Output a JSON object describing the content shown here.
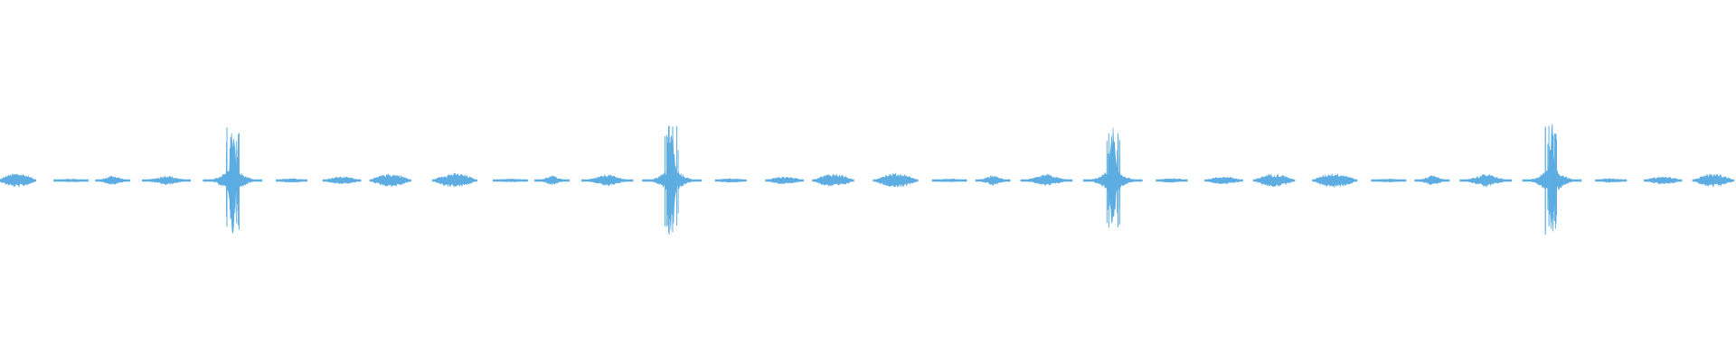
{
  "waveform": {
    "color": "#5dade2",
    "background": "#ffffff",
    "amplitude_scale": 1.0,
    "events": [
      {
        "t": 0.01,
        "dur": 0.022,
        "amp": 0.13,
        "shape": "blob"
      },
      {
        "t": 0.041,
        "dur": 0.02,
        "amp": 0.03,
        "shape": "blob"
      },
      {
        "t": 0.065,
        "dur": 0.02,
        "amp": 0.1,
        "shape": "burst"
      },
      {
        "t": 0.096,
        "dur": 0.028,
        "amp": 0.1,
        "shape": "burst"
      },
      {
        "t": 0.134,
        "dur": 0.034,
        "amp": 1.0,
        "shape": "spike"
      },
      {
        "t": 0.168,
        "dur": 0.018,
        "amp": 0.04,
        "shape": "blob"
      },
      {
        "t": 0.197,
        "dur": 0.022,
        "amp": 0.07,
        "shape": "blob"
      },
      {
        "t": 0.225,
        "dur": 0.024,
        "amp": 0.12,
        "shape": "blob"
      },
      {
        "t": 0.262,
        "dur": 0.026,
        "amp": 0.13,
        "shape": "blob"
      },
      {
        "t": 0.294,
        "dur": 0.02,
        "amp": 0.03,
        "shape": "blob"
      },
      {
        "t": 0.318,
        "dur": 0.02,
        "amp": 0.09,
        "shape": "burst"
      },
      {
        "t": 0.35,
        "dur": 0.03,
        "amp": 0.12,
        "shape": "burst"
      },
      {
        "t": 0.387,
        "dur": 0.034,
        "amp": 1.0,
        "shape": "spike"
      },
      {
        "t": 0.421,
        "dur": 0.018,
        "amp": 0.04,
        "shape": "blob"
      },
      {
        "t": 0.452,
        "dur": 0.022,
        "amp": 0.07,
        "shape": "blob"
      },
      {
        "t": 0.48,
        "dur": 0.024,
        "amp": 0.12,
        "shape": "blob"
      },
      {
        "t": 0.516,
        "dur": 0.026,
        "amp": 0.13,
        "shape": "blob"
      },
      {
        "t": 0.547,
        "dur": 0.02,
        "amp": 0.03,
        "shape": "blob"
      },
      {
        "t": 0.572,
        "dur": 0.02,
        "amp": 0.1,
        "shape": "burst"
      },
      {
        "t": 0.603,
        "dur": 0.03,
        "amp": 0.12,
        "shape": "burst"
      },
      {
        "t": 0.641,
        "dur": 0.034,
        "amp": 1.0,
        "shape": "spike"
      },
      {
        "t": 0.675,
        "dur": 0.018,
        "amp": 0.04,
        "shape": "blob"
      },
      {
        "t": 0.705,
        "dur": 0.022,
        "amp": 0.07,
        "shape": "blob"
      },
      {
        "t": 0.734,
        "dur": 0.024,
        "amp": 0.12,
        "shape": "blob"
      },
      {
        "t": 0.769,
        "dur": 0.026,
        "amp": 0.13,
        "shape": "blob"
      },
      {
        "t": 0.8,
        "dur": 0.02,
        "amp": 0.03,
        "shape": "blob"
      },
      {
        "t": 0.825,
        "dur": 0.02,
        "amp": 0.1,
        "shape": "burst"
      },
      {
        "t": 0.856,
        "dur": 0.03,
        "amp": 0.13,
        "shape": "burst"
      },
      {
        "t": 0.894,
        "dur": 0.034,
        "amp": 1.05,
        "shape": "spike"
      },
      {
        "t": 0.928,
        "dur": 0.018,
        "amp": 0.04,
        "shape": "blob"
      },
      {
        "t": 0.958,
        "dur": 0.022,
        "amp": 0.07,
        "shape": "blob"
      },
      {
        "t": 0.987,
        "dur": 0.024,
        "amp": 0.12,
        "shape": "blob"
      }
    ]
  }
}
